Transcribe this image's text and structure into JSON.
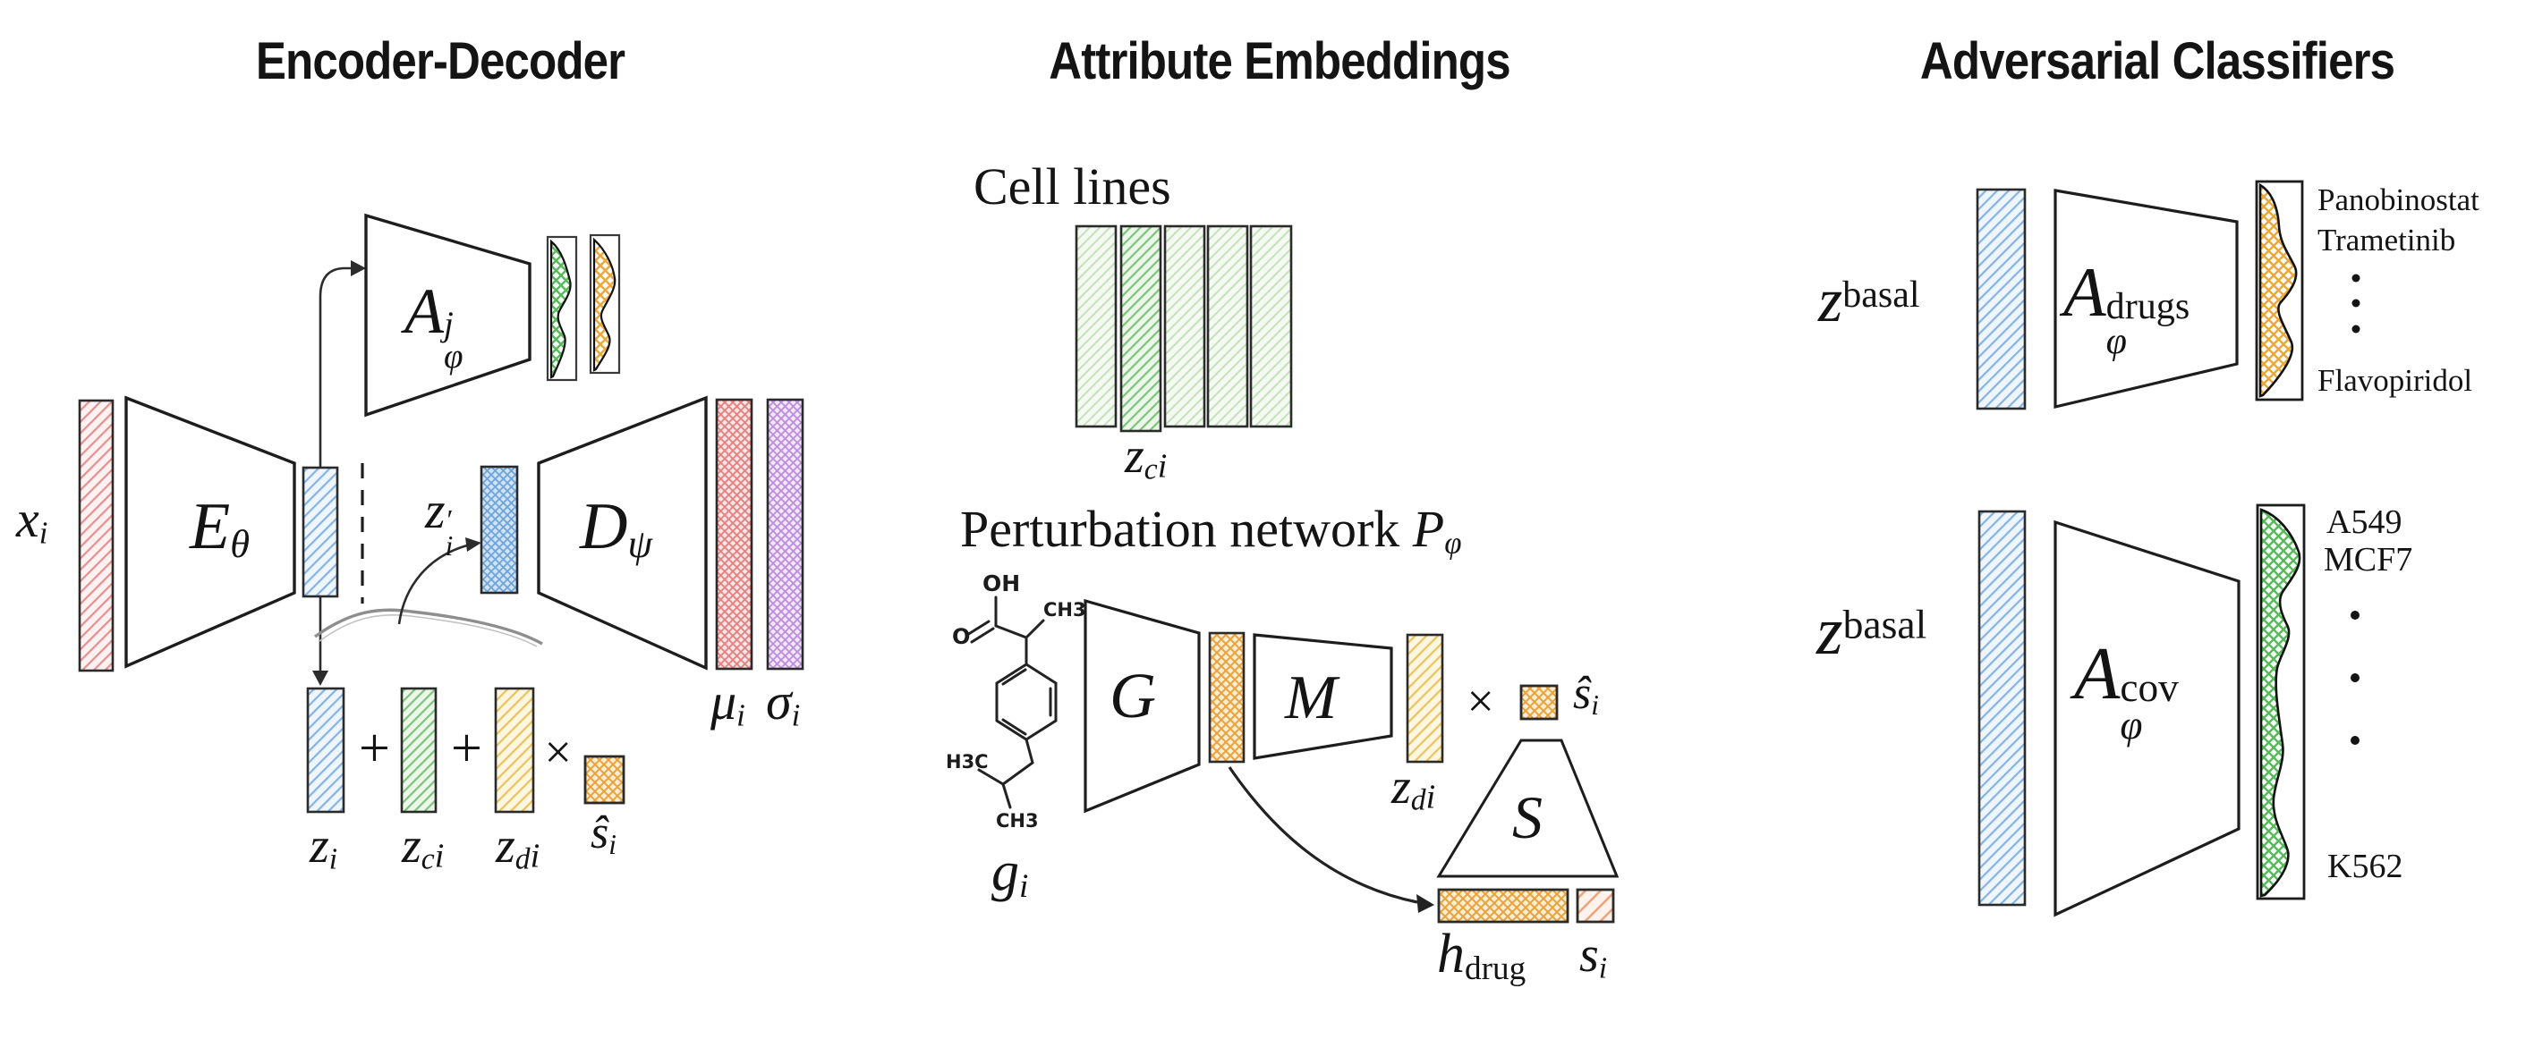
{
  "colors": {
    "ink": "#1c1c1c",
    "pink_hatch": "#e59090",
    "red_cross": "#e57f7f",
    "purple_cross": "#bd8ce0",
    "blue_hatch": "#85b4e4",
    "blue_cross": "#6ea3dc",
    "green_light": "#b9dcae",
    "green_dark": "#7cc47c",
    "yellow_hatch": "#eac35e",
    "orange_cross": "#e9a23b",
    "orange_diag": "#f0a27a",
    "dist_orange": "#eaa83c",
    "dist_green": "#58b85c",
    "swoosh_gray": "#8e8e8e"
  },
  "sections": {
    "encoder_decoder": {
      "title": "Encoder-Decoder",
      "labels": {
        "x": {
          "m": "x",
          "sub": "i"
        },
        "encoder": {
          "m": "E",
          "sub": "θ"
        },
        "aux_classifier": {
          "m": "A",
          "sup": "j",
          "sub": "φ"
        },
        "z_prime": {
          "m": "z",
          "sup": "′",
          "sub": "i"
        },
        "decoder": {
          "m": "D",
          "sub": "ψ"
        },
        "mu": {
          "m": "μ",
          "sub": "i"
        },
        "sigma": {
          "m": "σ",
          "sub": "i"
        },
        "z": {
          "m": "z",
          "sub": "i"
        },
        "z_c": {
          "m": "z",
          "sub": "c",
          "sub2": "i"
        },
        "z_d": {
          "m": "z",
          "sub": "d",
          "sub2": "i"
        },
        "s_hat": {
          "m": "ŝ",
          "sub": "i"
        },
        "plus": "+",
        "times": "×"
      }
    },
    "attribute_embeddings": {
      "title": "Attribute Embeddings",
      "cell_lines_heading": "Cell lines",
      "z_c_label": {
        "m": "z",
        "sub": "c",
        "sub2": "i"
      },
      "perturbation_heading": {
        "text": "Perturbation network ",
        "m": "P",
        "sub": "φ"
      },
      "molecule": {
        "oh": "OH",
        "ch3_top": "CH3",
        "o": "O",
        "h3c": "H3C",
        "ch3_bottom": "CH3"
      },
      "g_label": {
        "m": "g",
        "sub": "i"
      },
      "generator": "G",
      "mapper": "M",
      "scaler": "S",
      "z_d_label": {
        "m": "z",
        "sub": "d",
        "sub2": "i"
      },
      "times": "×",
      "s_hat_label": {
        "m": "ŝ",
        "sub": "i"
      },
      "h_drug_label": {
        "m": "h",
        "sub": "drug"
      },
      "s_label": {
        "m": "s",
        "sub": "i"
      }
    },
    "adversarial_classifiers": {
      "title": "Adversarial Classifiers",
      "drug_classifier": {
        "input": {
          "m": "z",
          "sup": "basal"
        },
        "network": {
          "m": "A",
          "sup": "drugs",
          "sub": "φ"
        },
        "classes": [
          "Panobinostat",
          "Trametinib",
          "Flavopiridol"
        ]
      },
      "covariate_classifier": {
        "input": {
          "m": "z",
          "sup": "basal"
        },
        "network": {
          "m": "A",
          "sup": "cov",
          "sub": "φ"
        },
        "classes": [
          "A549",
          "MCF7",
          "K562"
        ]
      }
    }
  }
}
